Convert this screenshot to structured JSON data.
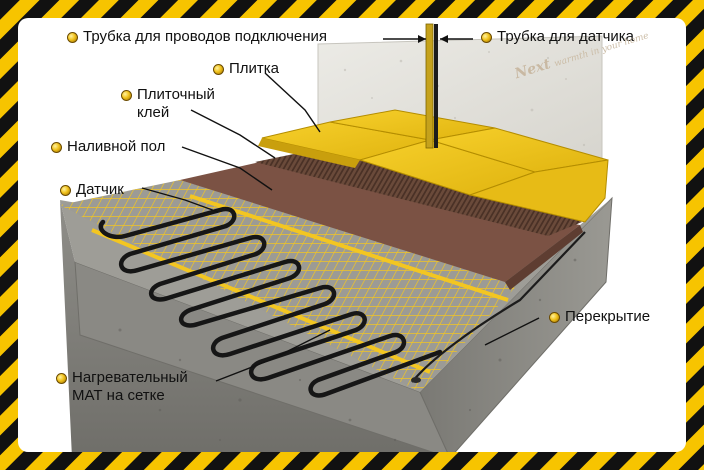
{
  "labels": {
    "wire_tube": "Трубка для проводов подключения",
    "sensor_tube": "Трубка для датчика",
    "tile": "Плитка",
    "tile_glue_line1": "Плиточный",
    "tile_glue_line2": "клей",
    "self_leveling_floor": "Наливной пол",
    "sensor": "Датчик",
    "slab": "Перекрытие",
    "heating_mat_line1": "Нагревательный",
    "heating_mat_line2": "МАТ на сетке"
  },
  "logo": {
    "brand": "Next",
    "tagline": "warmth in your home"
  },
  "colors": {
    "frame_yellow": "#f7c400",
    "frame_black": "#111111",
    "tile": "#f0c318",
    "glue": "#6a4a3a",
    "leveling": "#7b5244",
    "mesh": "#f3c621",
    "cable": "#161616",
    "concrete": "#8d8d88",
    "wall": "#e4e2dc"
  }
}
